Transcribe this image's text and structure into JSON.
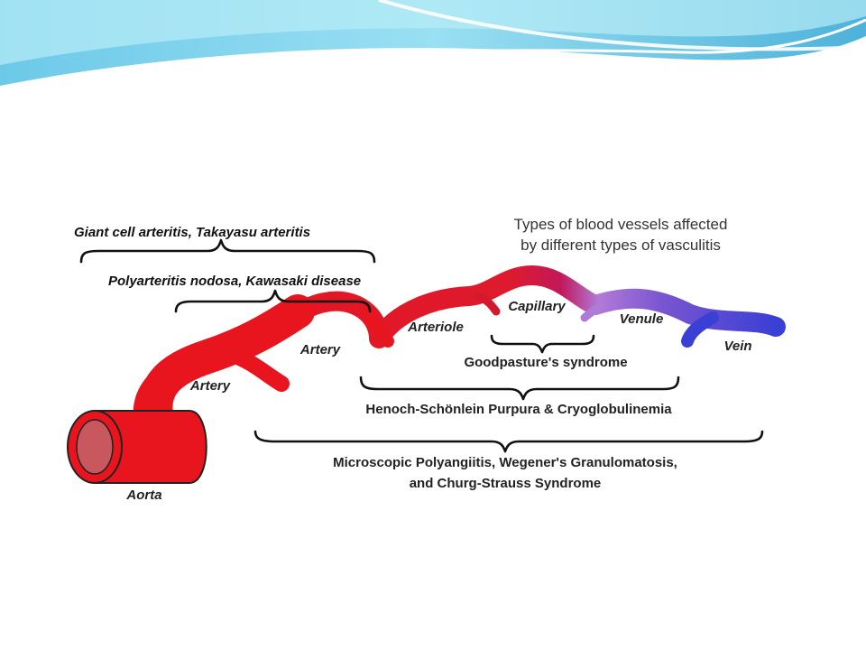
{
  "slide": {
    "colors": {
      "accent": "#7fd3ec",
      "accent_dark": "#3aa9d6",
      "artery": "#e8141e",
      "vein": "#3a3fd6"
    }
  },
  "diagram": {
    "title_lines": [
      "Types of blood vessels affected",
      "by different types of vasculitis"
    ],
    "vessels": {
      "aorta": "Aorta",
      "artery_1": "Artery",
      "artery_2": "Artery",
      "arteriole": "Arteriole",
      "capillary": "Capillary",
      "venule": "Venule",
      "vein": "Vein"
    },
    "groups": {
      "large": "Giant cell arteritis, Takayasu arteritis",
      "medium": "Polyarteritis nodosa, Kawasaki disease",
      "goodpasture": "Goodpasture's syndrome",
      "henoch": "Henoch-Schönlein Purpura & Cryoglobulinemia",
      "small_line1": "Microscopic Polyangiitis, Wegener's Granulomatosis,",
      "small_line2": "and Churg-Strauss Syndrome"
    }
  }
}
